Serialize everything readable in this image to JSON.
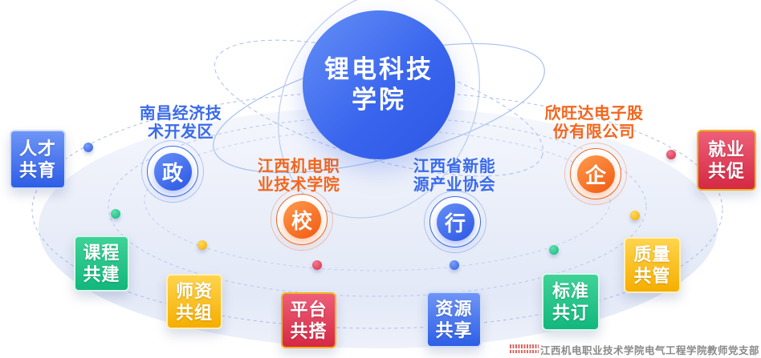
{
  "center": {
    "line1": "锂电科技",
    "line2": "学院"
  },
  "nodes": [
    {
      "glyph": "政",
      "label_line1": "南昌经济技",
      "label_line2": "术开发区"
    },
    {
      "glyph": "校",
      "label_line1": "江西机电职",
      "label_line2": "业技术学院"
    },
    {
      "glyph": "行",
      "label_line1": "江西省新能",
      "label_line2": "源产业协会"
    },
    {
      "glyph": "企",
      "label_line1": "欣旺达电子股",
      "label_line2": "份有限公司"
    }
  ],
  "badges": [
    {
      "line1": "人才",
      "line2": "共育"
    },
    {
      "line1": "课程",
      "line2": "共建"
    },
    {
      "line1": "师资",
      "line2": "共组"
    },
    {
      "line1": "平台",
      "line2": "共搭"
    },
    {
      "line1": "资源",
      "line2": "共享"
    },
    {
      "line1": "标准",
      "line2": "共订"
    },
    {
      "line1": "质量",
      "line2": "共管"
    },
    {
      "line1": "就业",
      "line2": "共促"
    }
  ],
  "watermark": "江西机电职业技术学院电气工程学院教师党支部",
  "colors": {
    "blue": "#3b6bea",
    "orange": "#f2671f",
    "green": "#12b77d",
    "yellow": "#f5ae00",
    "red": "#d52944",
    "orbit_line": "#aabdea"
  }
}
